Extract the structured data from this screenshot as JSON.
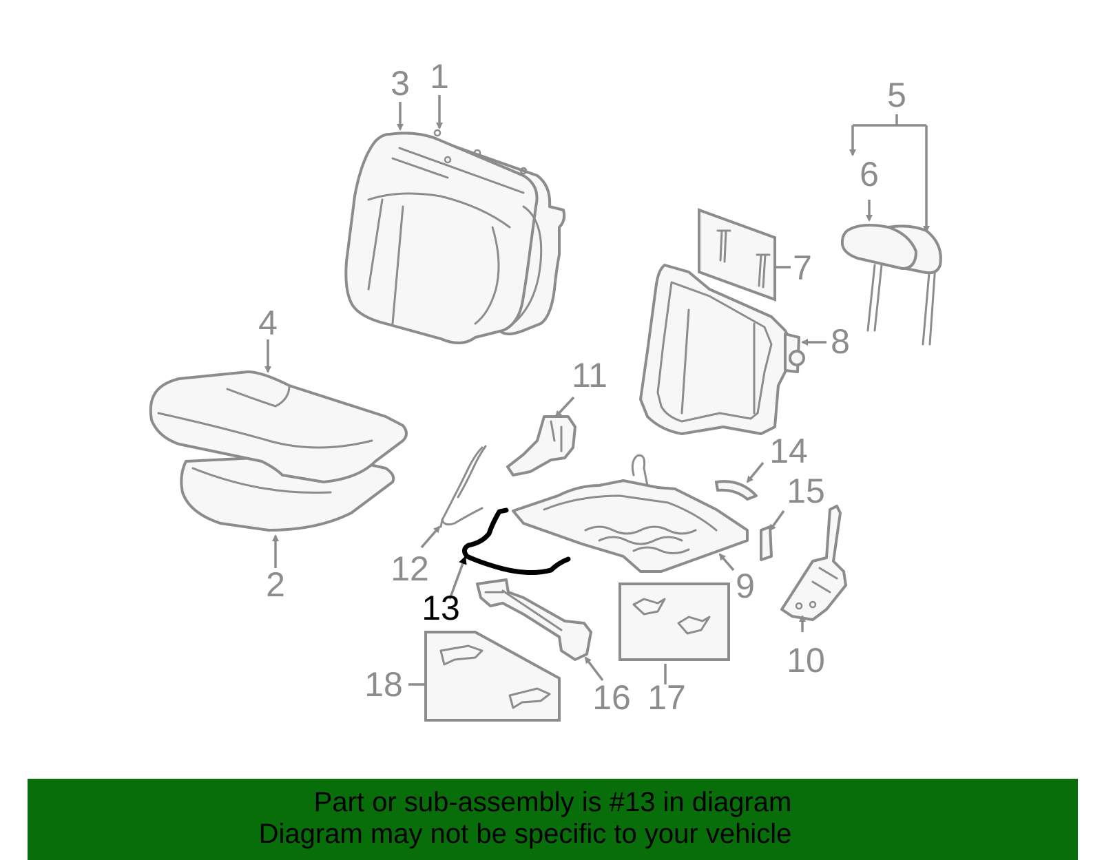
{
  "diagram": {
    "highlighted_part": "13",
    "colors": {
      "line": "#8c8c8c",
      "highlight": "#000000",
      "banner": "#086e0a"
    },
    "labels": {
      "l1": "1",
      "l2": "2",
      "l3": "3",
      "l4": "4",
      "l5": "5",
      "l6": "6",
      "l7": "7",
      "l8": "8",
      "l9": "9",
      "l10": "10",
      "l11": "11",
      "l12": "12",
      "l13": "13",
      "l14": "14",
      "l15": "15",
      "l16": "16",
      "l17": "17",
      "l18": "18"
    }
  },
  "banner": {
    "line1": "Part or sub-assembly is #13 in diagram",
    "line2": "Diagram may not be specific to your vehicle"
  }
}
